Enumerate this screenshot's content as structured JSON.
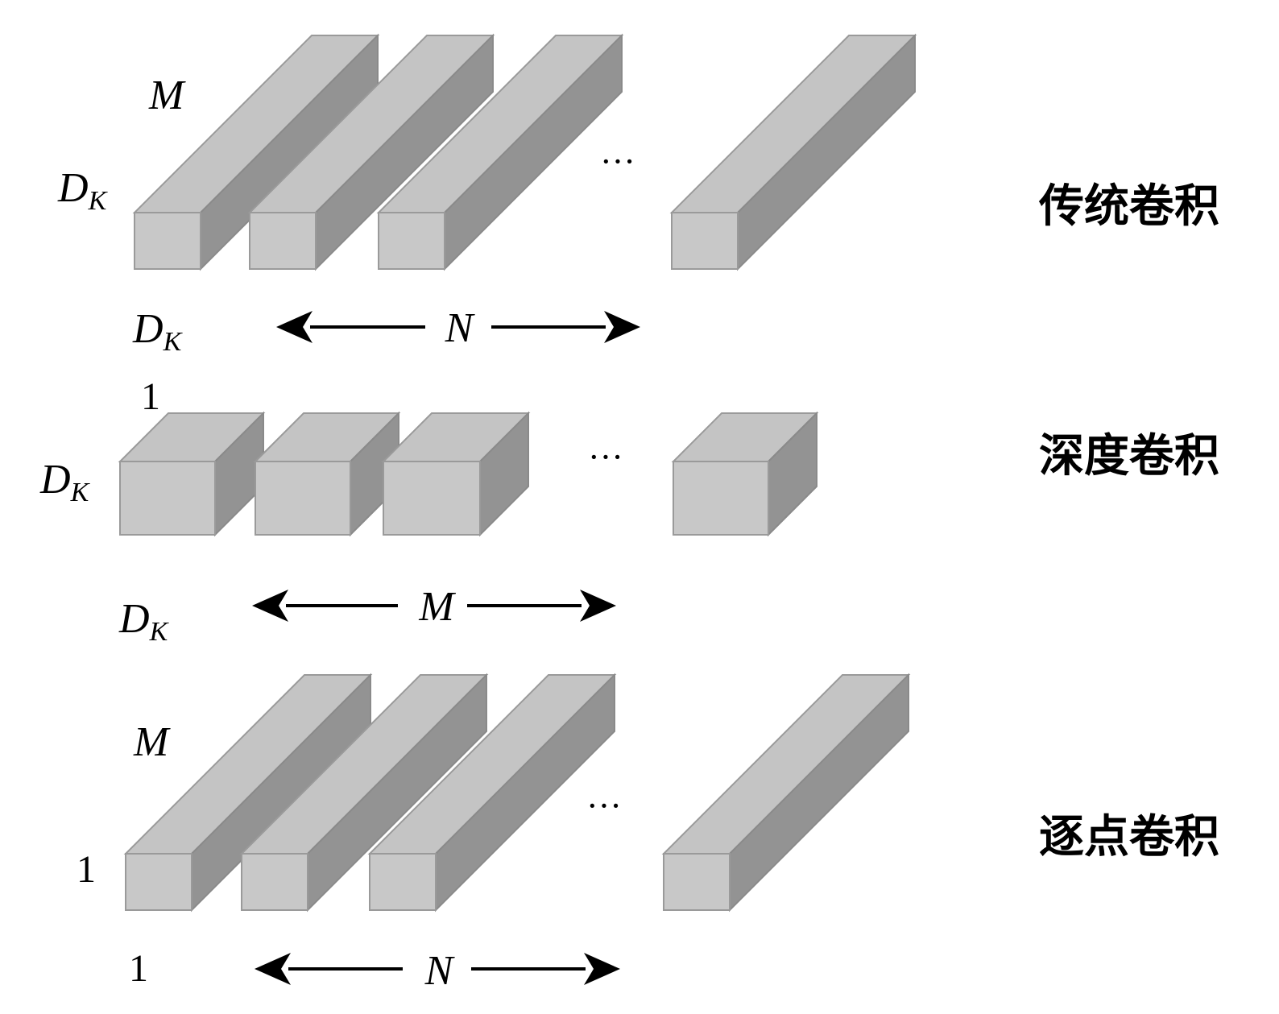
{
  "rows": [
    {
      "title": "传统卷积",
      "depth_label": "M",
      "height_label_main": "D",
      "height_label_sub": "K",
      "width_label_main": "D",
      "width_label_sub": "K",
      "count_label": "N",
      "ellipsis": "···"
    },
    {
      "title": "深度卷积",
      "depth_label": "1",
      "height_label_main": "D",
      "height_label_sub": "K",
      "width_label_main": "D",
      "width_label_sub": "K",
      "count_label": "M",
      "ellipsis": "···"
    },
    {
      "title": "逐点卷积",
      "depth_label": "M",
      "height_label": "1",
      "width_label": "1",
      "count_label": "N",
      "ellipsis": "···"
    }
  ],
  "colors": {
    "front_face": "#c8c8c8",
    "top_face": "#c4c4c4",
    "side_face": "#939393",
    "edge": "#9a9a9a"
  }
}
